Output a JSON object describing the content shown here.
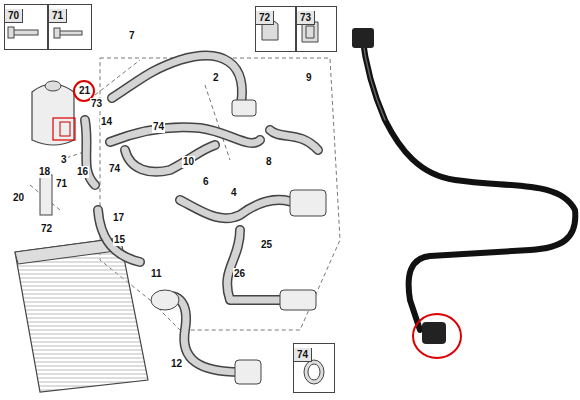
{
  "diagram": {
    "nodes": [
      {
        "text": [
          "70"
        ]
      },
      {
        "text": [
          "71"
        ]
      },
      {
        "text": [
          "72"
        ]
      },
      {
        "text": [
          "73"
        ]
      },
      {
        "text": [
          "74"
        ]
      }
    ],
    "labels": [
      "7",
      "2",
      "21",
      "9",
      "73",
      "14",
      "74",
      "3",
      "74",
      "10",
      "8",
      "6",
      "16",
      "18",
      "20",
      "71",
      "17",
      "72",
      "15",
      "4",
      "25",
      "26",
      "11",
      "12"
    ]
  }
}
